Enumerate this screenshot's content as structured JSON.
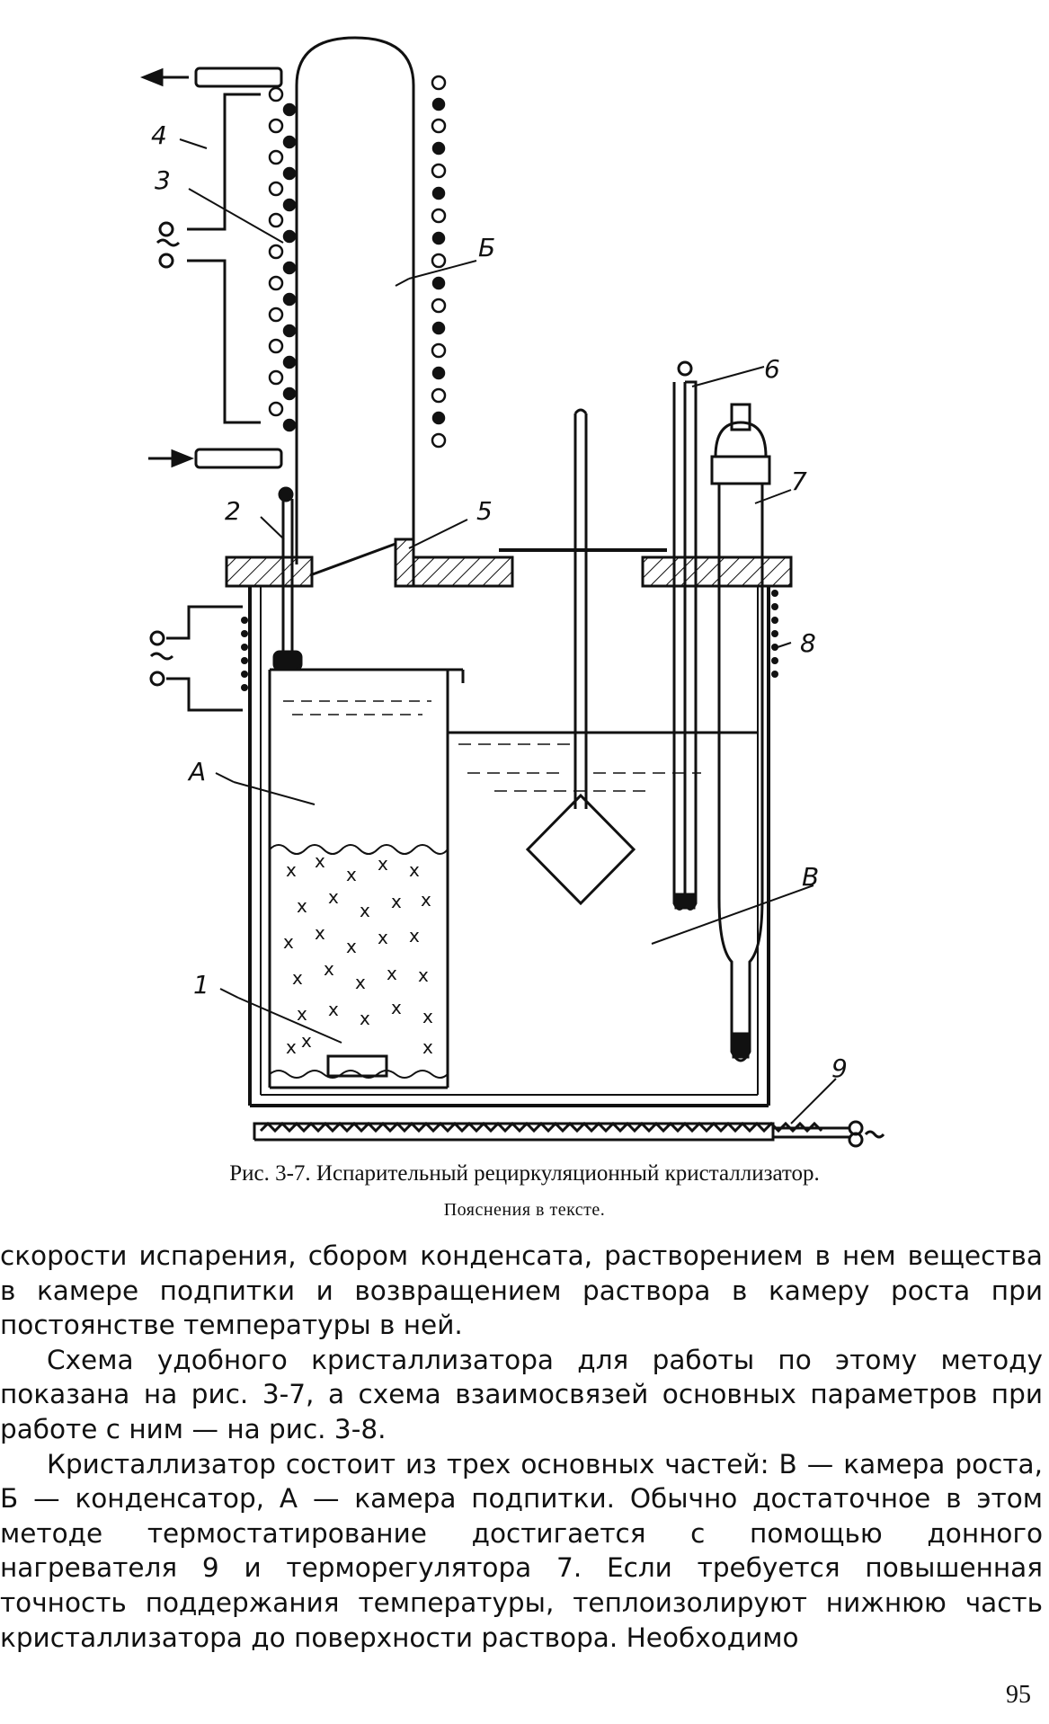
{
  "figure": {
    "labels": {
      "l1": "1",
      "l2": "2",
      "l3": "3",
      "l4": "4",
      "l5": "5",
      "l6": "6",
      "l7": "7",
      "l8": "8",
      "l9": "9",
      "lA": "A",
      "lB": "Б",
      "lV": "В"
    },
    "caption": "Рис. 3-7. Испарительный рециркуляционный кристаллизатор.",
    "subcaption": "Пояснения в тексте."
  },
  "text": {
    "p1": "скорости испарения, сбором конденсата, растворением в нем вещества в камере подпитки и возвращением раствора в камеру роста при постоянстве температуры в ней.",
    "p2": "Схема удобного кристаллизатора для работы по этому методу показана на рис. 3-7, а схема взаимосвязей основных параметров при работе с ним — на рис. 3-8.",
    "p3": "Кристаллизатор состоит из трех основных частей: В — камера роста, Б — конденсатор, А — камера подпитки. Обычно достаточное в этом методе термостатирование достигается с помощью донного нагревателя 9 и терморегулятора 7. Если требуется повышенная точность поддержания температуры, теплоизолируют нижнюю часть кристаллизатора до поверхности раствора. Необходимо"
  },
  "page_number": "95"
}
